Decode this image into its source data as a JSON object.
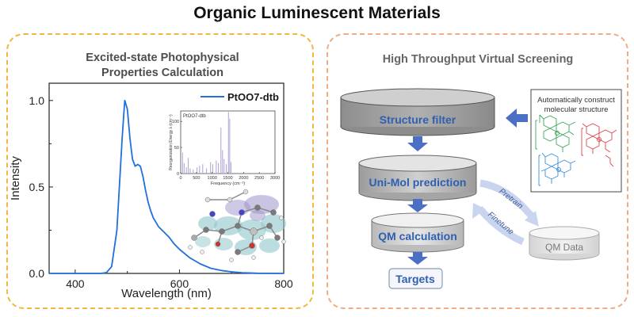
{
  "title": "Organic Luminescent Materials",
  "left_panel": {
    "title_line1": "Excited-state Photophysical",
    "title_line2": "Properties Calculation"
  },
  "right_panel": {
    "title": "High Throughput Virtual Screening",
    "structure_box": {
      "line1": "Automatically construct",
      "line2": "molecular structure"
    },
    "flow": {
      "structure_filter": "Structure filter",
      "unimol": "Uni-Mol prediction",
      "qm_calc": "QM calculation",
      "targets": "Targets",
      "qm_data": "QM Data",
      "pretrain": "Pretrain",
      "finetune": "Finetune"
    }
  },
  "chart_data": [
    {
      "type": "line",
      "xlabel": "Wavelength (nm)",
      "ylabel": "Intensity",
      "xlim": [
        350,
        800
      ],
      "ylim": [
        0,
        1.1
      ],
      "xticks": [
        "400",
        "600",
        "800"
      ],
      "yticks": [
        "0.0",
        "0.5",
        "1.0"
      ],
      "legend_position": "top-right",
      "series": [
        {
          "name": "PtOO7-dtb",
          "color": "#1f6fe0",
          "x": [
            350,
            450,
            460,
            470,
            480,
            490,
            495,
            500,
            505,
            510,
            515,
            520,
            525,
            530,
            535,
            540,
            545,
            550,
            560,
            570,
            580,
            590,
            600,
            620,
            640,
            660,
            680,
            700,
            720,
            750,
            800
          ],
          "y": [
            0,
            0,
            0.005,
            0.04,
            0.25,
            0.78,
            1.0,
            0.95,
            0.78,
            0.66,
            0.62,
            0.63,
            0.62,
            0.56,
            0.48,
            0.41,
            0.36,
            0.32,
            0.27,
            0.24,
            0.21,
            0.17,
            0.14,
            0.09,
            0.055,
            0.03,
            0.017,
            0.009,
            0.004,
            0.001,
            0
          ]
        }
      ]
    },
    {
      "type": "bar",
      "title": "PtOO7-dtb",
      "xlabel": "Frequency (cm⁻¹)",
      "ylabel": "Reorganization Energy λ (cm⁻¹)",
      "xlim": [
        0,
        3000
      ],
      "ylim": [
        0,
        120
      ],
      "xticks": [
        "0",
        "500",
        "1000",
        "1500",
        "2000",
        "2500",
        "3000"
      ],
      "yticks": [
        "0",
        "50",
        "100"
      ],
      "x": [
        60,
        110,
        180,
        240,
        300,
        400,
        520,
        600,
        700,
        820,
        950,
        1020,
        1130,
        1200,
        1280,
        1330,
        1380,
        1450,
        1520,
        1560,
        1600
      ],
      "values": [
        40,
        20,
        12,
        30,
        10,
        8,
        12,
        15,
        18,
        10,
        22,
        18,
        25,
        20,
        88,
        45,
        28,
        18,
        118,
        105,
        22
      ]
    }
  ]
}
